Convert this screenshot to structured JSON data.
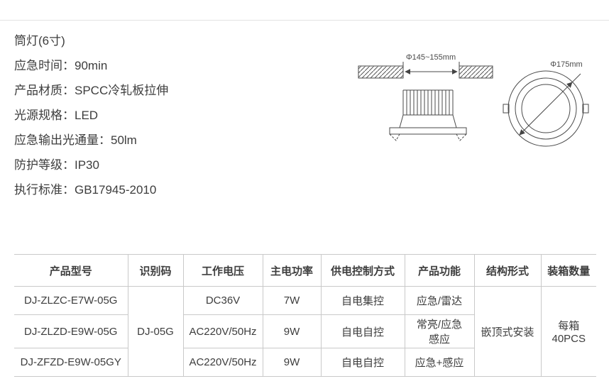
{
  "specs": {
    "title": "筒灯(6寸)",
    "lines": [
      "应急时间：90min",
      "产品材质：SPCC冷轧板拉伸",
      "光源规格：LED",
      "应急输出光通量：50lm",
      "防护等级：IP30",
      "执行标准：GB17945-2010"
    ]
  },
  "diagrams": {
    "cutout_label": "Φ145~155mm",
    "front_label": "Φ175mm"
  },
  "table": {
    "headers": [
      "产品型号",
      "识别码",
      "工作电压",
      "主电功率",
      "供电控制方式",
      "产品功能",
      "结构形式",
      "装箱数量"
    ],
    "rows": [
      {
        "model": "DJ-ZLZC-E7W-05G",
        "voltage": "DC36V",
        "power": "7W",
        "control": "自电集控",
        "function": "应急/雷达"
      },
      {
        "model": "DJ-ZLZD-E9W-05G",
        "voltage": "AC220V/50Hz",
        "power": "9W",
        "control": "自电自控",
        "function": "常亮/应急\n感应"
      },
      {
        "model": "DJ-ZFZD-E9W-05GY",
        "voltage": "AC220V/50Hz",
        "power": "9W",
        "control": "自电自控",
        "function": "应急+感应"
      }
    ],
    "merged": {
      "id_code": "DJ-05G",
      "structure": "嵌顶式安装",
      "packing": "每箱40PCS"
    }
  }
}
